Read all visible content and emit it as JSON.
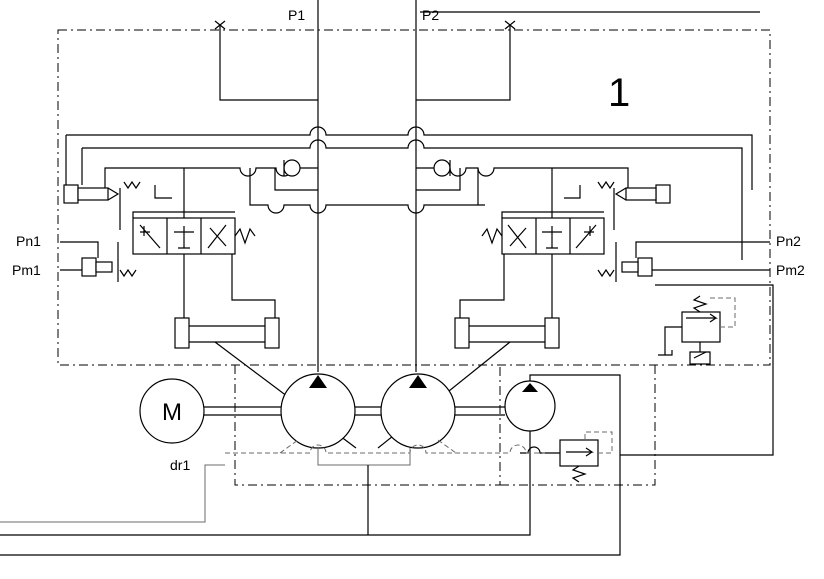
{
  "ports": {
    "p1": "P1",
    "p2": "P2",
    "pn1": "Pn1",
    "pm1": "Pm1",
    "pn2": "Pn2",
    "pm2": "Pm2",
    "dr1": "dr1"
  },
  "assembly_number": "1",
  "motor_label": "M"
}
